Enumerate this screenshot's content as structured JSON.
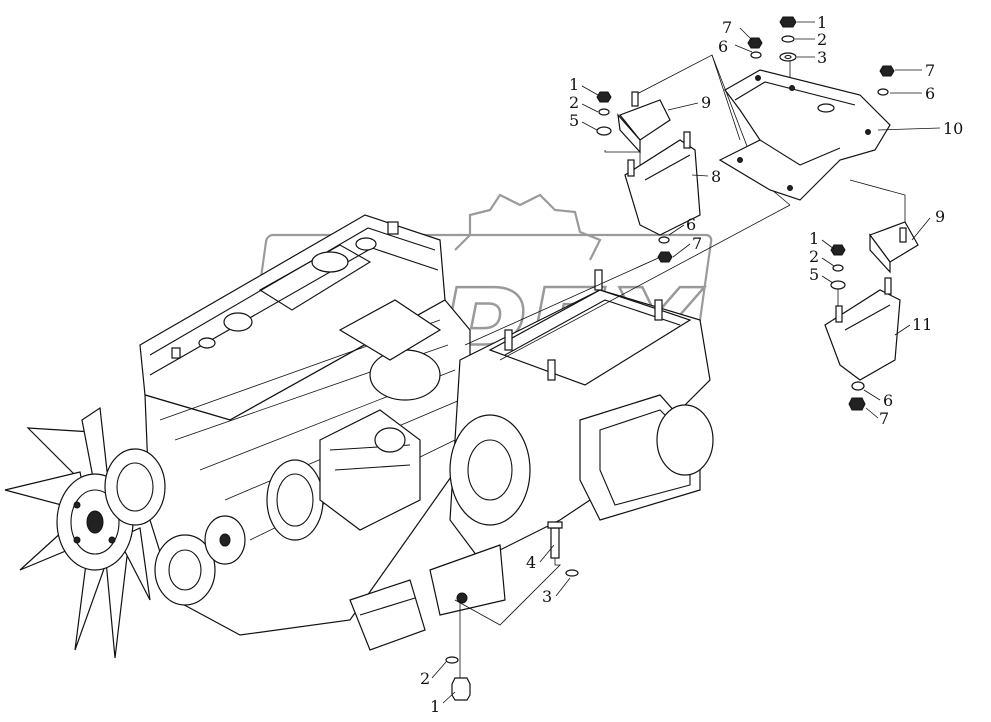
{
  "figure": {
    "watermark_text": "OPEX",
    "callouts": [
      {
        "id": "c1a",
        "text": "1"
      },
      {
        "id": "c2a",
        "text": "2"
      },
      {
        "id": "c3a",
        "text": "3"
      },
      {
        "id": "c7a",
        "text": "7"
      },
      {
        "id": "c6a",
        "text": "6"
      },
      {
        "id": "c7b",
        "text": "7"
      },
      {
        "id": "c6b",
        "text": "6"
      },
      {
        "id": "c10",
        "text": "10"
      },
      {
        "id": "c1b",
        "text": "1"
      },
      {
        "id": "c2b",
        "text": "2"
      },
      {
        "id": "c5a",
        "text": "5"
      },
      {
        "id": "c9a",
        "text": "9"
      },
      {
        "id": "c8",
        "text": "8"
      },
      {
        "id": "c6c",
        "text": "6"
      },
      {
        "id": "c7c",
        "text": "7"
      },
      {
        "id": "c9b",
        "text": "9"
      },
      {
        "id": "c1c",
        "text": "1"
      },
      {
        "id": "c2c",
        "text": "2"
      },
      {
        "id": "c5b",
        "text": "5"
      },
      {
        "id": "c11",
        "text": "11"
      },
      {
        "id": "c6d",
        "text": "6"
      },
      {
        "id": "c7d",
        "text": "7"
      },
      {
        "id": "c4",
        "text": "4"
      },
      {
        "id": "c3b",
        "text": "3"
      },
      {
        "id": "c2d",
        "text": "2"
      },
      {
        "id": "c1d",
        "text": "1"
      }
    ]
  }
}
